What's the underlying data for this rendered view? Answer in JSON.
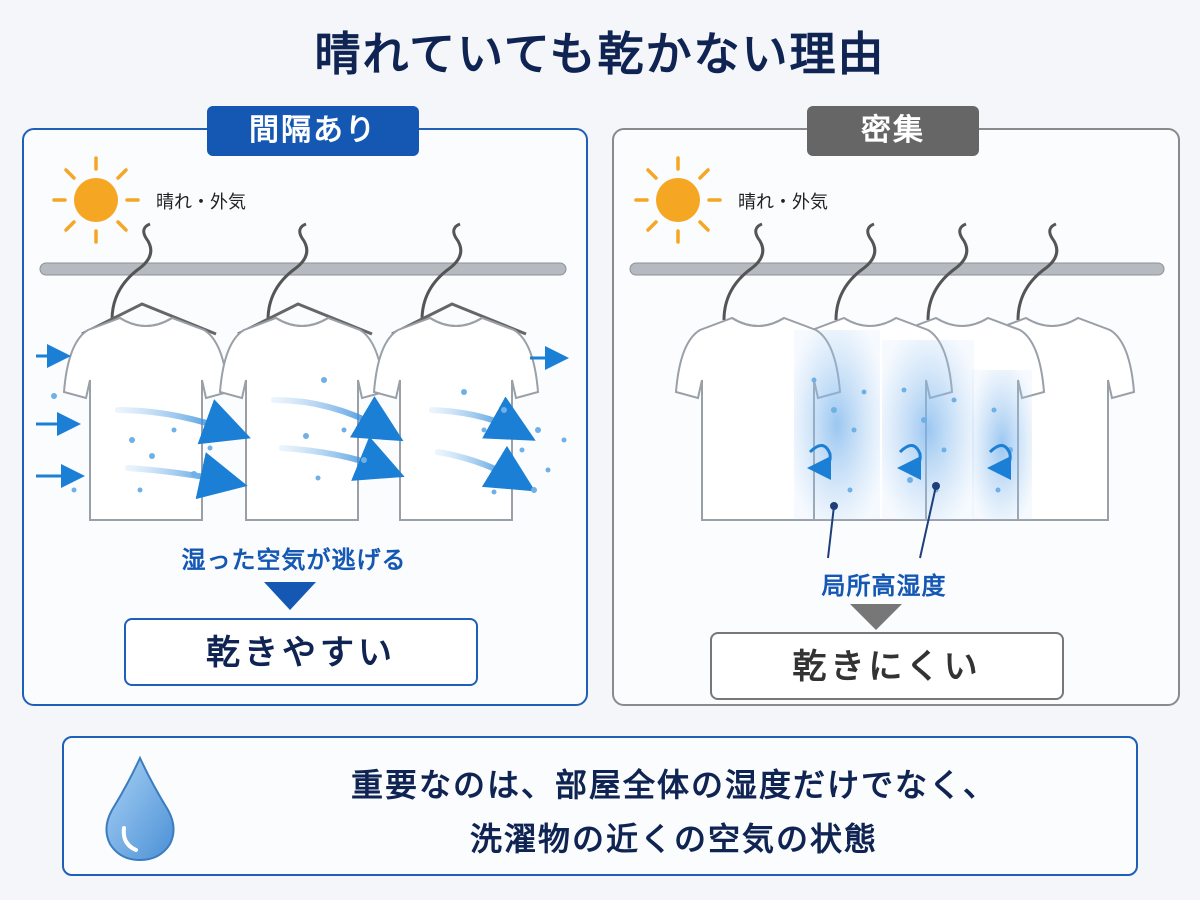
{
  "title": "晴れていても乾かない理由",
  "left_panel": {
    "tag": "間隔あり",
    "weather_label": "晴れ・外気",
    "flow_label": "湿った空気が逃げる",
    "result": "乾きやすい",
    "accent_color": "#1558b4",
    "icons": [
      "sun-icon",
      "hanger-icon",
      "tshirt-icon",
      "airflow-arrow-icon"
    ]
  },
  "right_panel": {
    "tag": "密集",
    "weather_label": "晴れ・外気",
    "flow_label": "局所高湿度",
    "result": "乾きにくい",
    "accent_color": "#666666",
    "icons": [
      "sun-icon",
      "hanger-icon",
      "tshirt-icon",
      "swirl-icon"
    ]
  },
  "summary": {
    "line1": "重要なのは、部屋全体の湿度だけでなく、",
    "line2": "洗濯物の近くの空気の状態",
    "icon": "water-drop-icon"
  }
}
